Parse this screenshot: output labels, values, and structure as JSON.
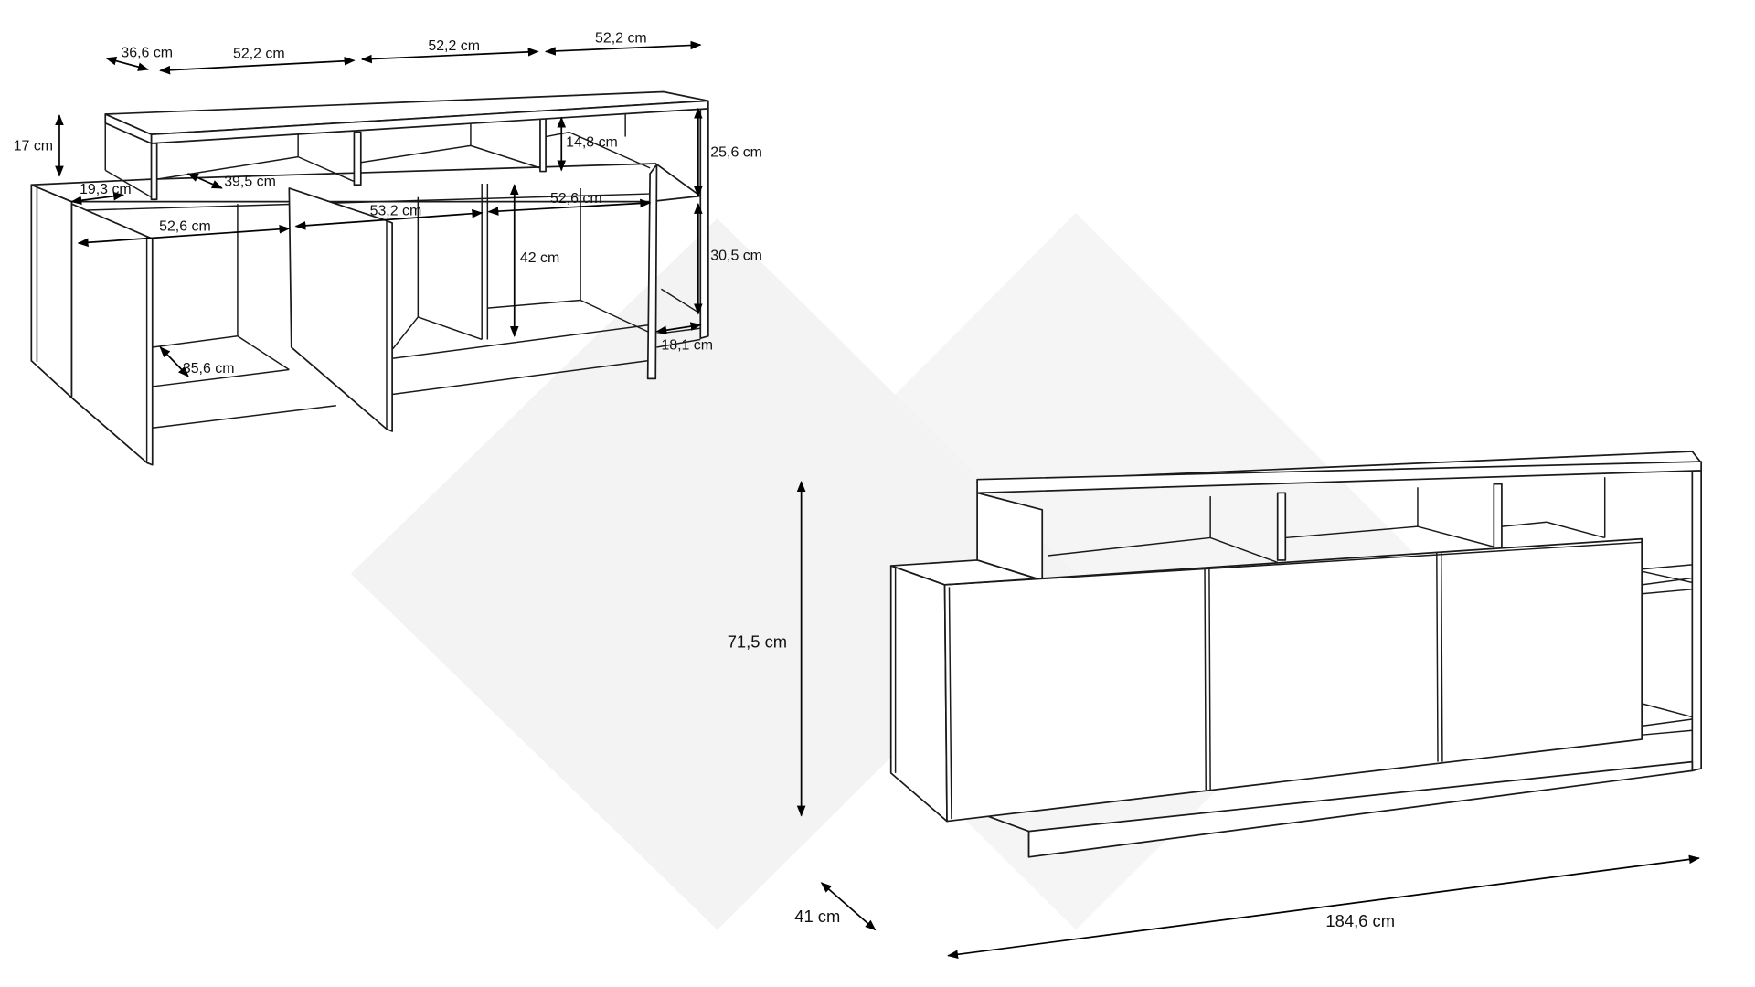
{
  "diagram": {
    "exploded_view_labels": {
      "depth_total": "36,6 cm",
      "width_left": "52,2 cm",
      "width_middle": "52,2 cm",
      "width_right": "52,2 cm",
      "top_height": "17 cm",
      "shelf_opening_height": "14,8 cm",
      "upper_right_height": "25,6 cm",
      "lower_right_height": "30,5 cm",
      "side_shelf_depth": "19,3 cm",
      "upper_shelf_depth": "39,5 cm",
      "middle_compartment_width": "53,2 cm",
      "left_compartment_width": "52,6 cm",
      "right_compartment_width": "52,6 cm",
      "compartment_height": "42 cm",
      "bottom_shelf_depth": "35,6 cm",
      "right_shelf_depth": "18,1 cm"
    },
    "overall_view_labels": {
      "height": "71,5 cm",
      "depth": "41 cm",
      "width": "184,6 cm"
    }
  }
}
